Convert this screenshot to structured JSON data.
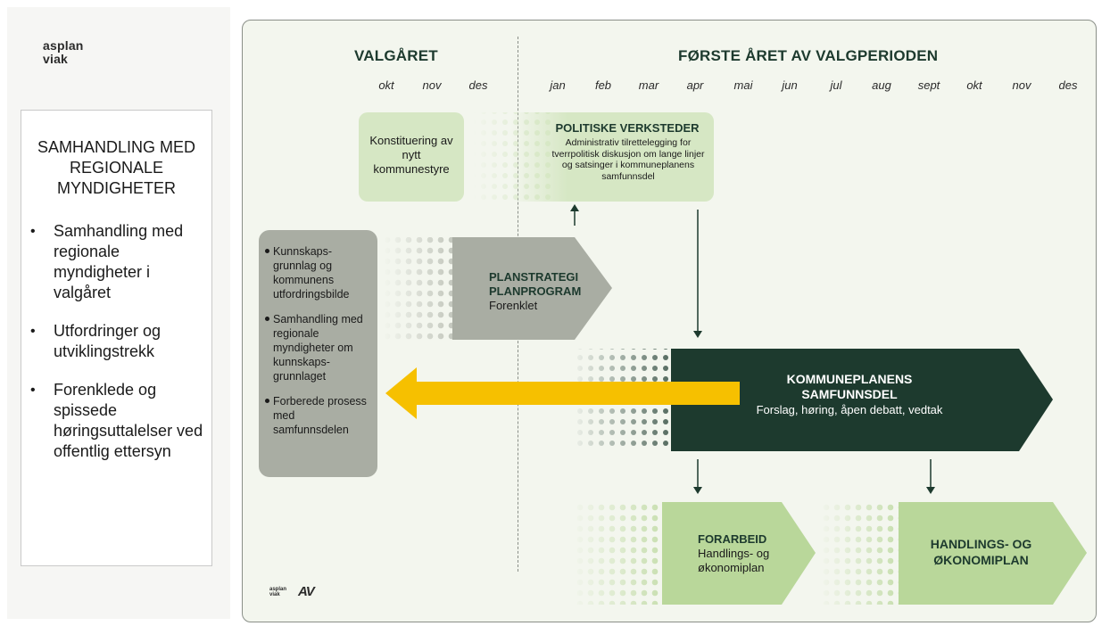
{
  "brand": {
    "line1": "asplan",
    "line2": "viak",
    "footer_logo_small": "asplan viak",
    "footer_logo_mark": "AV"
  },
  "sidebar": {
    "title": "SAMHANDLING MED REGIONALE MYNDIGHETER",
    "items": [
      "Samhandling med regionale myndigheter i valgåret",
      "Utfordringer og utviklingstrekk",
      "Forenklede og spissede høringsuttalelser ved offentlig ettersyn"
    ]
  },
  "timeline": {
    "left_header": "VALGÅRET",
    "right_header": "FØRSTE ÅRET AV VALGPERIODEN",
    "months_left": [
      "okt",
      "nov",
      "des"
    ],
    "months_right": [
      "jan",
      "feb",
      "mar",
      "apr",
      "mai",
      "jun",
      "jul",
      "aug",
      "sept",
      "okt",
      "nov",
      "des"
    ]
  },
  "boxes": {
    "konstituering": "Konstituering av nytt kommunestyre",
    "politiske_title": "POLITISKE VERKSTEDER",
    "politiske_body": "Administrativ tilrettelegging for tverrpolitisk diskusjon om lange linjer og satsinger i kommuneplanens samfunnsdel",
    "left_info": [
      "Kunnskaps-grunnlag og kommunens utfordringsbilde",
      "Samhandling med regionale myndigheter om kunnskaps-grunnlaget",
      "Forberede prosess med samfunnsdelen"
    ],
    "planstrategi_1": "PLANSTRATEGI",
    "planstrategi_2": "PLANPROGRAM",
    "planstrategi_3": "Forenklet",
    "kommuneplan_1": "KOMMUNEPLANENS",
    "kommuneplan_2": "SAMFUNNSDEL",
    "kommuneplan_3": "Forslag, høring, åpen debatt, vedtak",
    "forarbeid_1": "FORARBEID",
    "forarbeid_2": "Handlings- og",
    "forarbeid_3": "økonomiplan",
    "handling_1": "HANDLINGS- OG",
    "handling_2": "ØKONOMIPLAN"
  },
  "colors": {
    "panel_bg": "#f3f6ee",
    "light_green": "#d6e7c4",
    "mid_green": "#b9d79a",
    "grey": "#a9ada3",
    "dark_green": "#1d3a2e",
    "yellow_arrow": "#f6c000"
  }
}
